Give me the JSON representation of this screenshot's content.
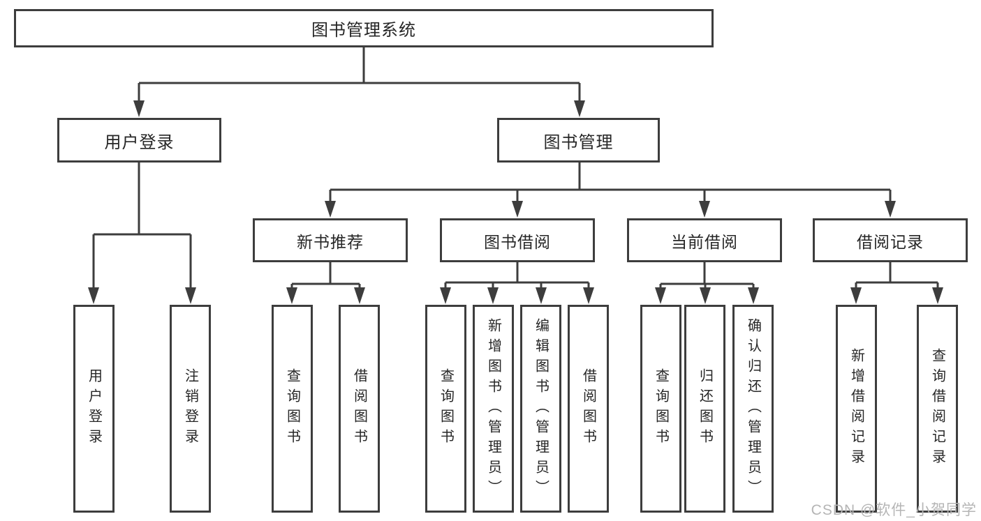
{
  "diagram_title": "图书管理系统",
  "tree": {
    "root": {
      "label": "图书管理系统"
    },
    "branches": [
      {
        "label": "用户登录",
        "children": [
          "用户登录",
          "注销登录"
        ]
      },
      {
        "label": "图书管理",
        "sub": [
          {
            "label": "新书推荐",
            "children": [
              "查询图书",
              "借阅图书"
            ]
          },
          {
            "label": "图书借阅",
            "children": [
              "查询图书",
              "新增图书（管理员）",
              "编辑图书（管理员）",
              "借阅图书"
            ]
          },
          {
            "label": "当前借阅",
            "children": [
              "查询图书",
              "归还图书",
              "确认归还（管理员）"
            ]
          },
          {
            "label": "借阅记录",
            "children": [
              "新增借阅记录",
              "查询借阅记录"
            ]
          }
        ]
      }
    ]
  },
  "watermark": {
    "text": "CSDN @软件_小贺同学"
  },
  "colors": {
    "stroke": "#3d3d3d",
    "text": "#262626",
    "background": "#ffffff",
    "watermark": "#b5b5b5"
  }
}
